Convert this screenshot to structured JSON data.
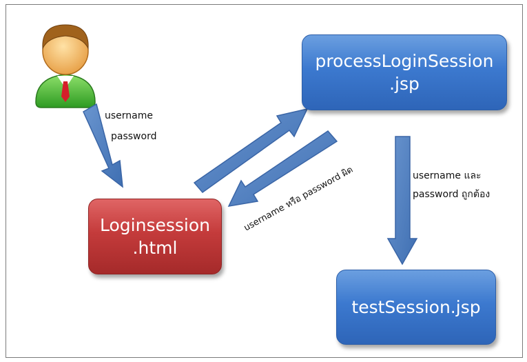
{
  "nodes": {
    "process": "processLoginSession\n.jsp",
    "login": "Loginsession\n.html",
    "test": "testSession.jsp"
  },
  "labels": {
    "username": "username",
    "password": "password",
    "fail": "username หรือ password ผิด",
    "ok_line1": "username และ",
    "ok_line2": "password ถูกต้อง"
  },
  "colors": {
    "blue_box": "#3c79cf",
    "red_box": "#c43b3b",
    "arrow": "#4f81bd"
  },
  "icons": {
    "user": "user-icon"
  }
}
